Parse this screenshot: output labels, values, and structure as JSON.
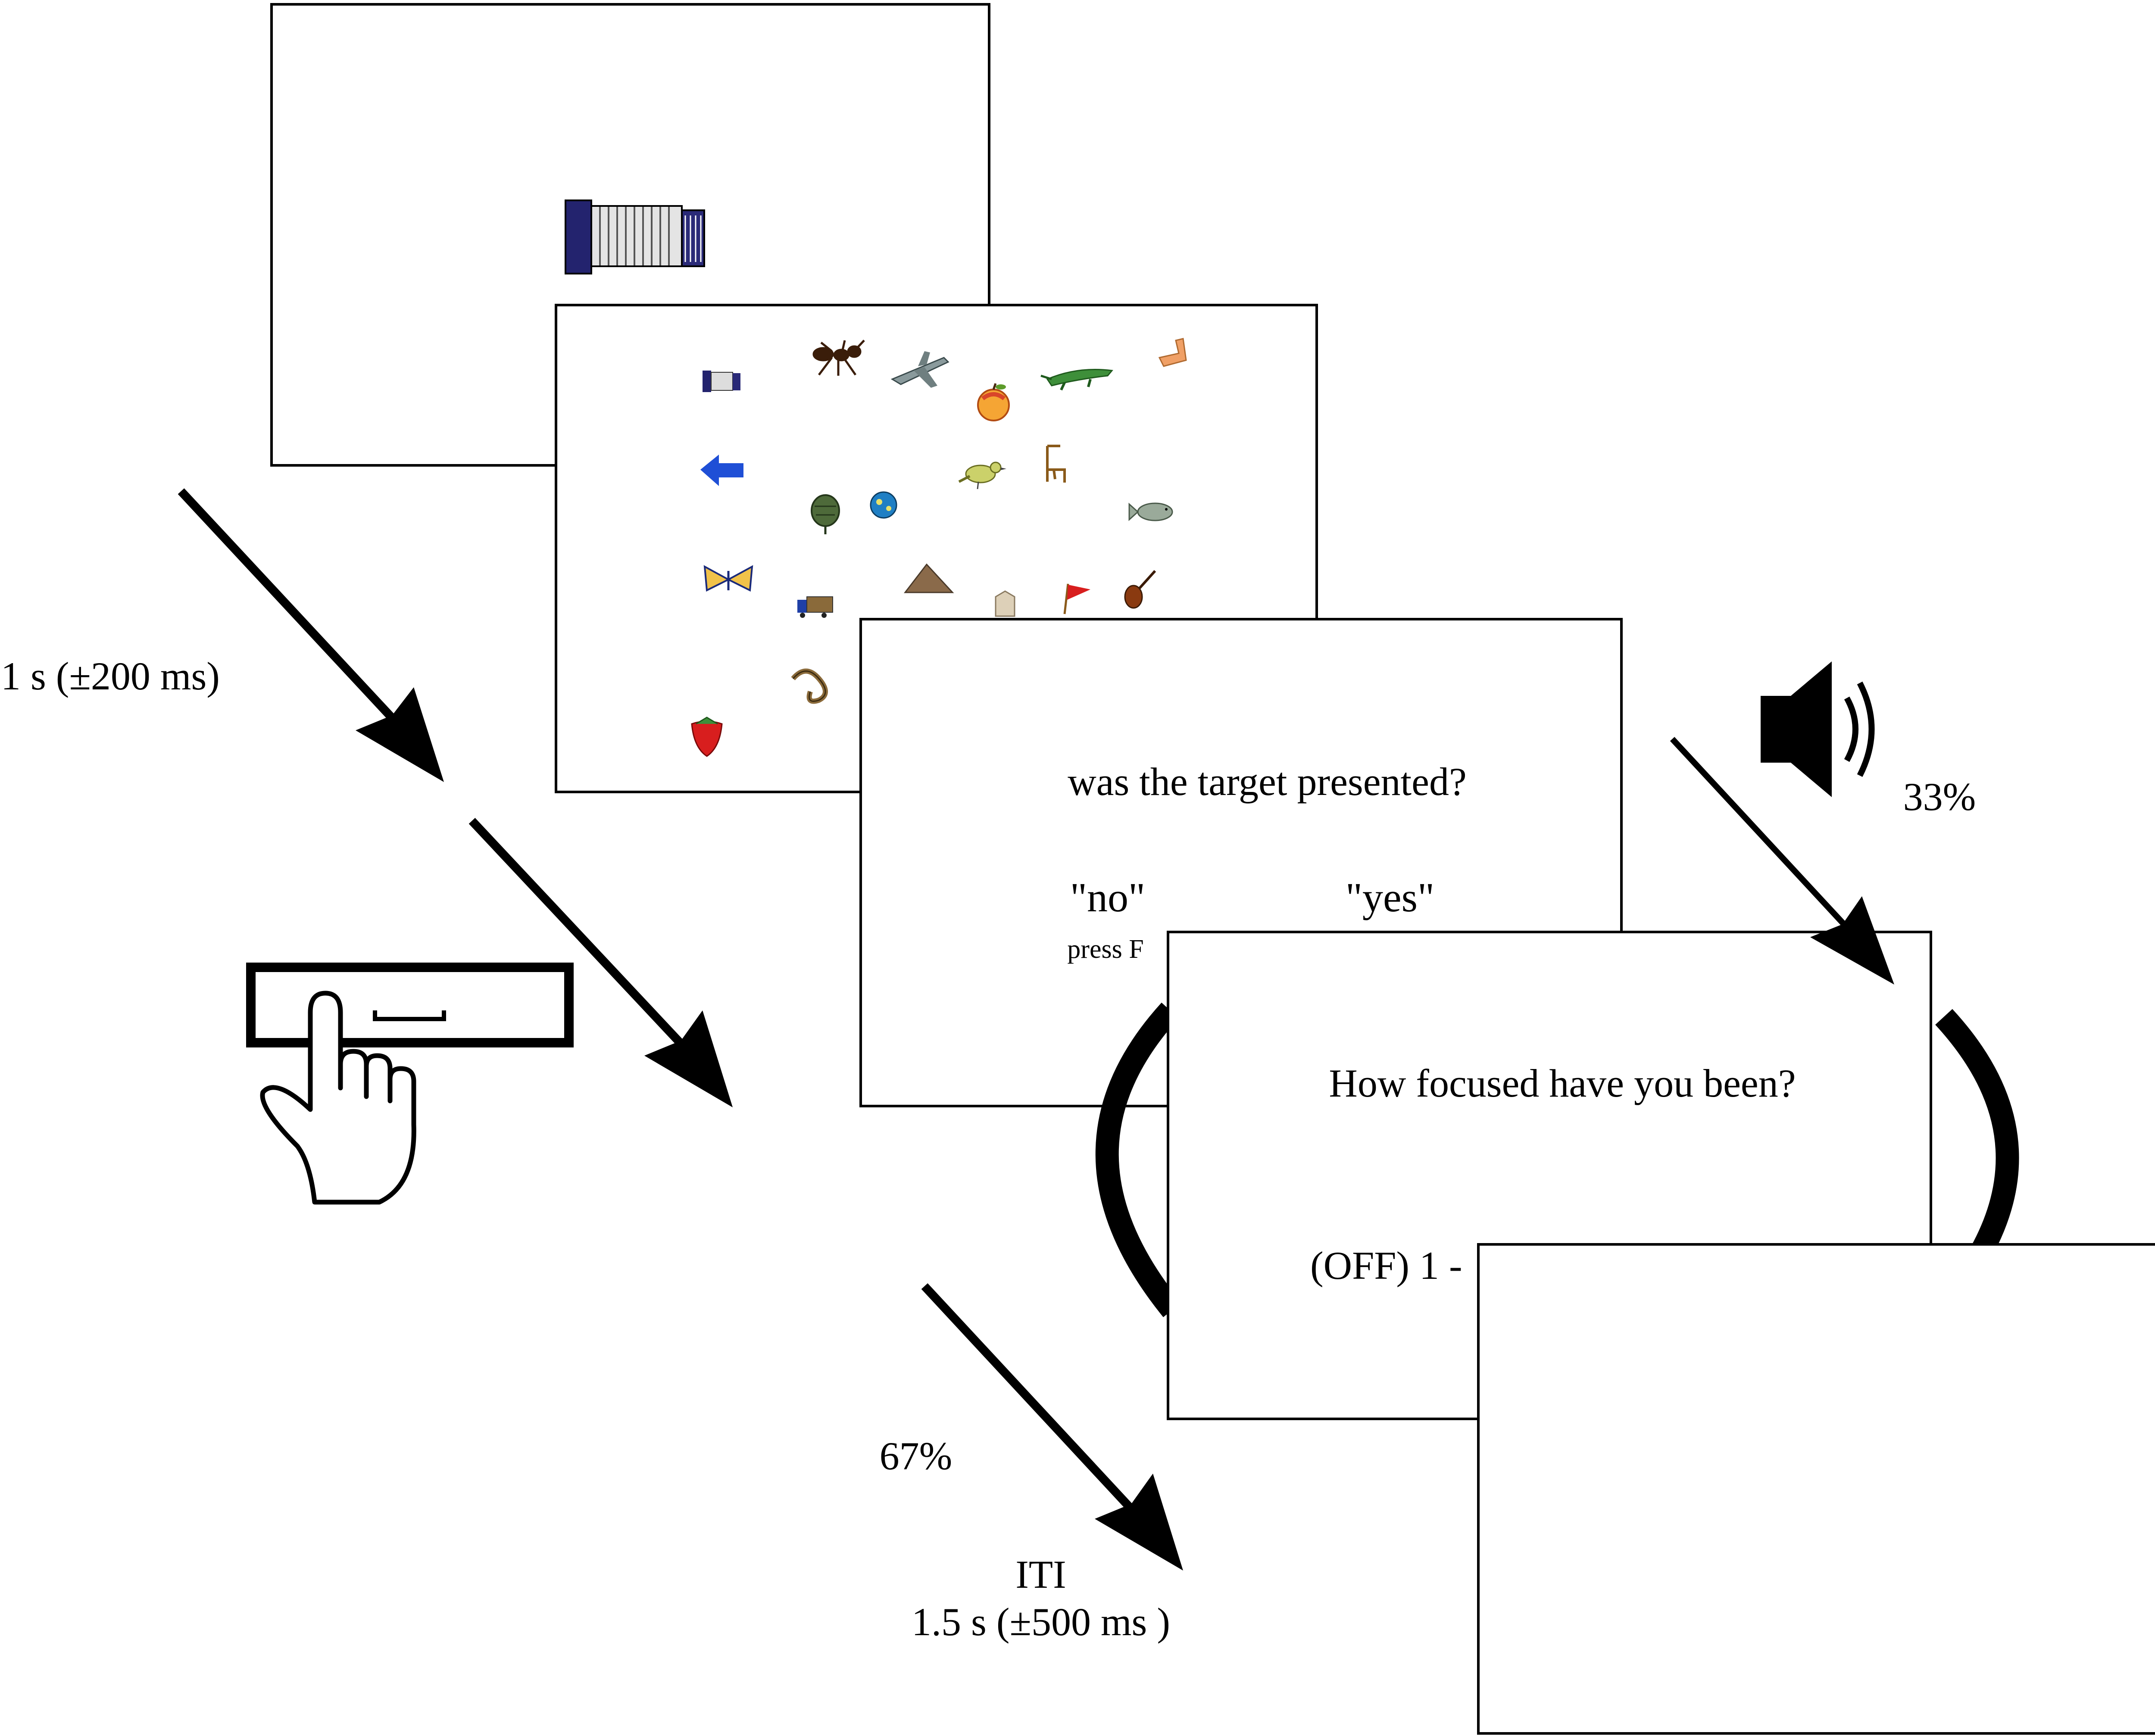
{
  "labels": {
    "cue_duration": "1 s (±200 ms)",
    "probability_auditory": "33%",
    "probability_iti": "67%",
    "iti_title": "ITI",
    "iti_duration": "1.5 s (±500 ms )"
  },
  "screens": {
    "target_cue": {
      "icon": "accordion-icon"
    },
    "search_array": {
      "items": [
        "accordion-icon",
        "ant-icon",
        "airplane-icon",
        "apple-icon",
        "alligator-icon",
        "arm-icon",
        "arrow-icon",
        "artichoke-icon",
        "ball-icon",
        "bird-icon",
        "chair-icon",
        "fish-icon",
        "butterfly-icon",
        "truck-icon",
        "mountain-icon",
        "jacket-icon",
        "flag-icon",
        "violin-icon",
        "snake-icon",
        "strawberry-icon"
      ]
    },
    "question": {
      "prompt": "was the target presented?",
      "option_no": "\"no\"",
      "option_no_key": "press F",
      "option_yes": "\"yes\""
    },
    "focus_probe": {
      "prompt": "How focused have you been?",
      "scale": "(OFF) 1 -"
    }
  },
  "icons": {
    "response": "hand-press-button-icon",
    "sound": "speaker-icon"
  },
  "colors": {
    "ink": "#000000",
    "background": "#ffffff",
    "arrow_blue": "#1f4fd6",
    "strawberry_red": "#d81e1e",
    "accordion_navy": "#2a2a78"
  }
}
